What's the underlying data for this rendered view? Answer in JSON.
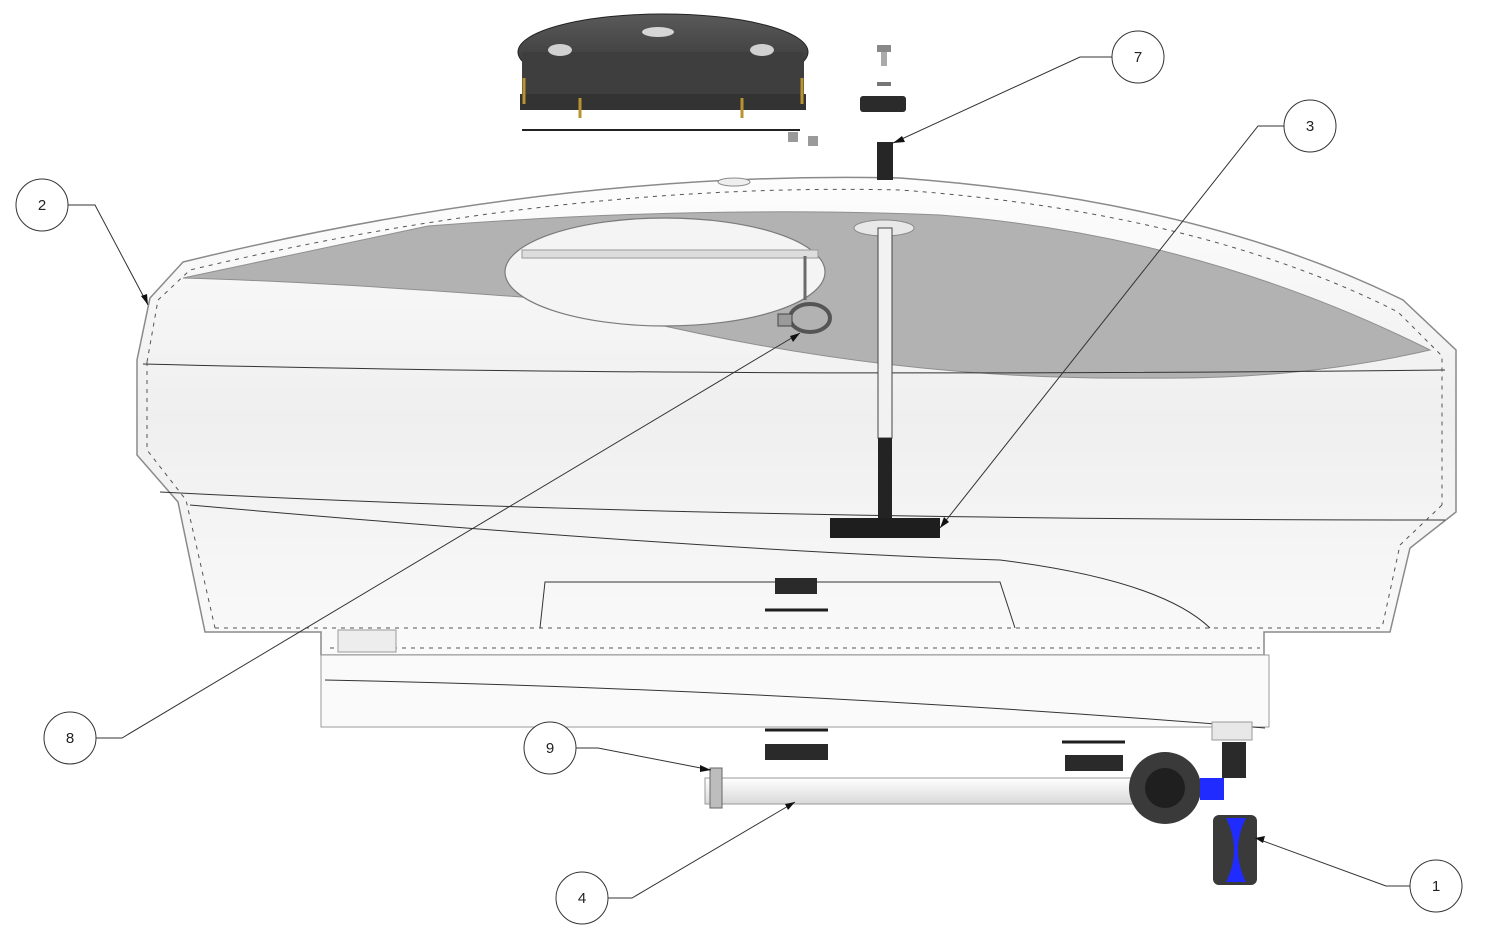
{
  "diagram": {
    "callouts": [
      {
        "id": "1",
        "label": "1"
      },
      {
        "id": "2",
        "label": "2"
      },
      {
        "id": "3",
        "label": "3"
      },
      {
        "id": "4",
        "label": "4"
      },
      {
        "id": "7",
        "label": "7"
      },
      {
        "id": "8",
        "label": "8"
      },
      {
        "id": "9",
        "label": "9"
      }
    ],
    "colors": {
      "tank_cavity": "#b2b2b2",
      "shell": "#f7f7f7",
      "dark_part": "#2b2b2b",
      "accent_blue": "#1f2bff",
      "lid": "#4a4a4a"
    }
  }
}
